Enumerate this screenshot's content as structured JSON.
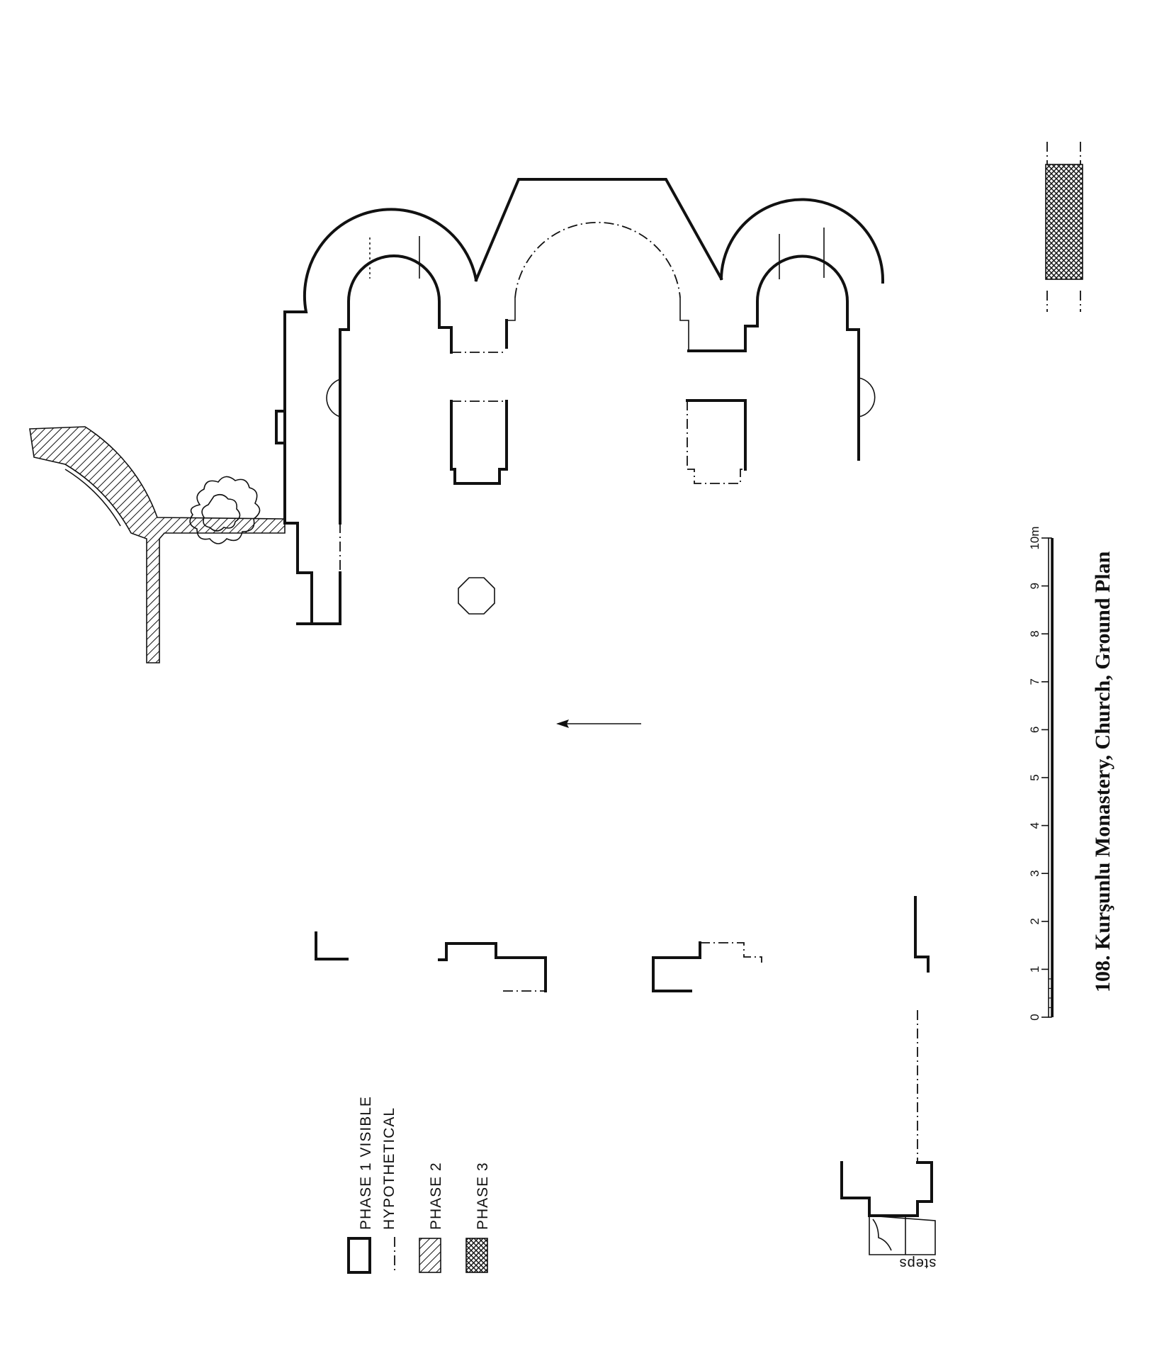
{
  "caption": "108.  Kurşunlu Monastery, Church, Ground Plan",
  "legend": {
    "phase1_visible": "PHASE 1  VISIBLE",
    "phase1_hypothetical": "HYPOTHETICAL",
    "phase2": "PHASE 2",
    "phase3": "PHASE 3"
  },
  "scale": {
    "ticks": [
      "0",
      "1",
      "2",
      "3",
      "4",
      "5",
      "6",
      "7",
      "8",
      "9",
      "10m"
    ]
  },
  "steps_label": "steps"
}
